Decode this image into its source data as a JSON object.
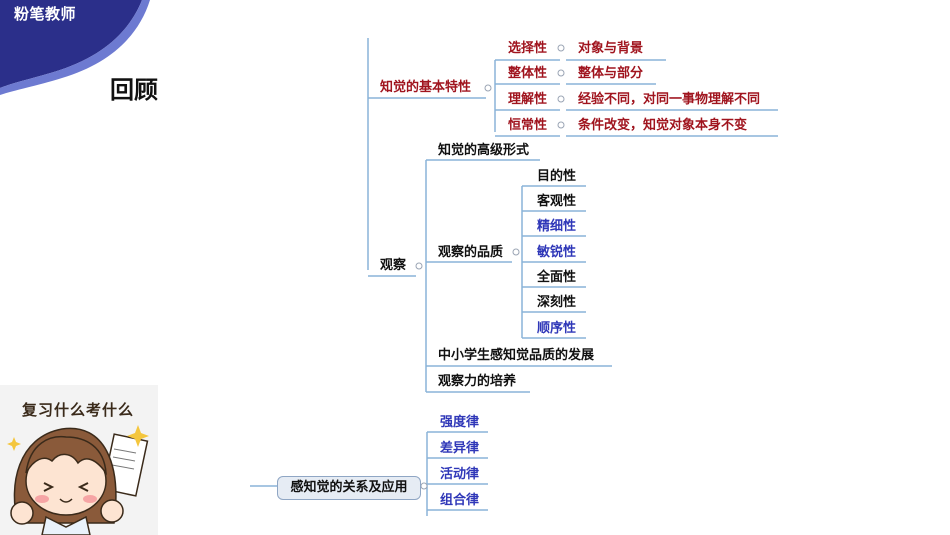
{
  "brand": {
    "logo_text": "粉笔教师"
  },
  "review_title": "回顾",
  "sticker": {
    "caption": "复习什么考什么"
  },
  "mindmap": {
    "perception_features": {
      "label": "知觉的基本特性",
      "items": [
        {
          "name": "选择性",
          "detail": "对象与背景"
        },
        {
          "name": "整体性",
          "detail": "整体与部分"
        },
        {
          "name": "理解性",
          "detail": "经验不同，对同一事物理解不同"
        },
        {
          "name": "恒常性",
          "detail": "条件改变，知觉对象本身不变"
        }
      ]
    },
    "observation": {
      "label": "观察",
      "advanced_form": "知觉的高级形式",
      "quality_label": "观察的品质",
      "qualities": [
        "目的性",
        "客观性",
        "精细性",
        "敏锐性",
        "全面性",
        "深刻性",
        "顺序性"
      ],
      "development": "中小学生感知觉品质的发展",
      "cultivation": "观察力的培养"
    },
    "relation": {
      "label": "感知觉的关系及应用",
      "laws": [
        "强度律",
        "差异律",
        "活动律",
        "组合律"
      ]
    }
  },
  "colors": {
    "brand_blue": "#2b2f8a",
    "red_text": "#a0141e",
    "blue_text": "#2f37b8",
    "line": "#8ab3d8"
  }
}
